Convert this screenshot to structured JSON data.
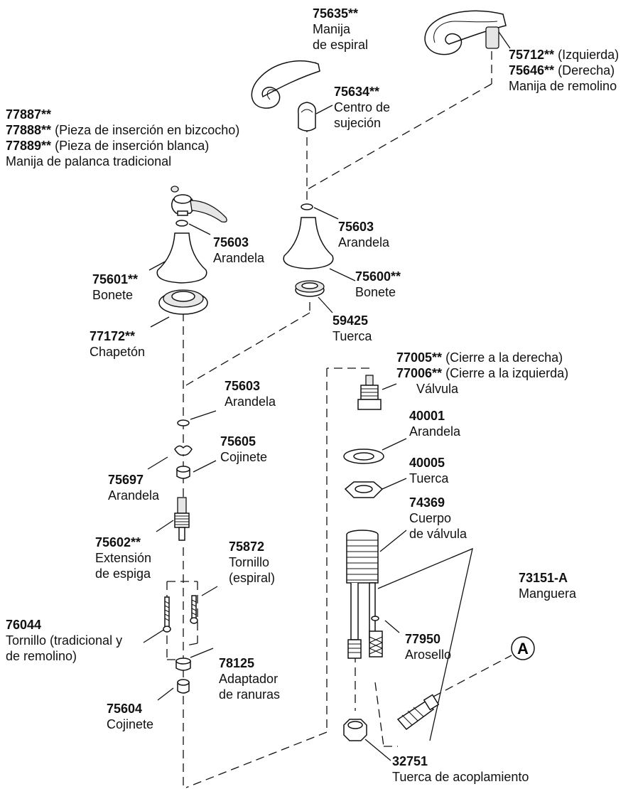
{
  "parts": {
    "p75635": {
      "num": "75635**",
      "l1": "Manija",
      "l2": "de espiral"
    },
    "p75712": {
      "num": "75712**",
      "note": "(Izquierda)"
    },
    "p75646": {
      "num": "75646**",
      "note": "(Derecha)",
      "l1": "Manija de remolino"
    },
    "p75634": {
      "num": "75634**",
      "l1": "Centro de",
      "l2": "sujeción"
    },
    "p77887": {
      "num": "77887**"
    },
    "p77888": {
      "num": "77888**",
      "note": "(Pieza de inserción en bizcocho)"
    },
    "p77889": {
      "num": "77889**",
      "note": "(Pieza de inserción blanca)",
      "l1": "Manija de palanca tradicional"
    },
    "p75603a": {
      "num": "75603",
      "l1": "Arandela"
    },
    "p75603b": {
      "num": "75603",
      "l1": "Arandela"
    },
    "p75601": {
      "num": "75601**",
      "l1": "Bonete"
    },
    "p75600": {
      "num": "75600**",
      "l1": "Bonete"
    },
    "p77172": {
      "num": "77172**",
      "l1": "Chapetón"
    },
    "p59425": {
      "num": "59425",
      "l1": "Tuerca"
    },
    "p77005": {
      "num": "77005**",
      "note": "(Cierre a la derecha)"
    },
    "p77006": {
      "num": "77006**",
      "note": "(Cierre a la izquierda)",
      "l1": "Válvula"
    },
    "p75603c": {
      "num": "75603",
      "l1": "Arandela"
    },
    "p40001": {
      "num": "40001",
      "l1": "Arandela"
    },
    "p75605": {
      "num": "75605",
      "l1": "Cojinete"
    },
    "p40005": {
      "num": "40005",
      "l1": "Tuerca"
    },
    "p75697": {
      "num": "75697",
      "l1": "Arandela"
    },
    "p74369": {
      "num": "74369",
      "l1": "Cuerpo",
      "l2": "de válvula"
    },
    "p75602": {
      "num": "75602**",
      "l1": "Extensión",
      "l2": "de espiga"
    },
    "p75872": {
      "num": "75872",
      "l1": "Tornillo",
      "l2": "(espiral)"
    },
    "p73151": {
      "num": "73151-A",
      "l1": "Manguera"
    },
    "p76044": {
      "num": "76044",
      "l1": "Tornillo (tradicional y",
      "l2": "de remolino)"
    },
    "p77950": {
      "num": "77950",
      "l1": "Arosello"
    },
    "p78125": {
      "num": "78125",
      "l1": "Adaptador",
      "l2": "de ranuras"
    },
    "p75604": {
      "num": "75604",
      "l1": "Cojinete"
    },
    "p32751": {
      "num": "32751",
      "l1": "Tuerca de acoplamiento"
    }
  },
  "callout": {
    "letter": "A"
  }
}
